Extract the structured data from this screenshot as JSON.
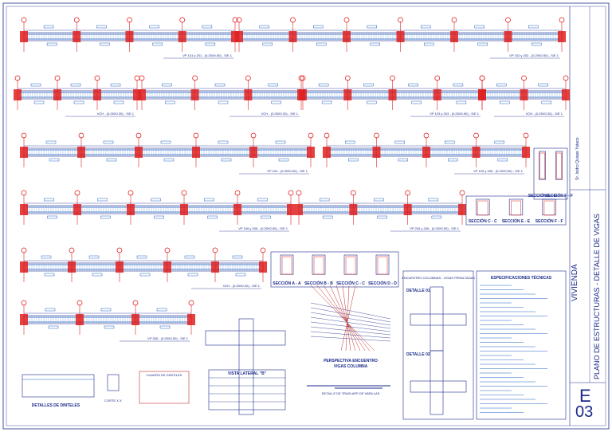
{
  "title_block": {
    "sheet_code_letter": "E",
    "sheet_code_number": "03",
    "plan_title": "PLANO DE ESTRUCTURAS - DETALLE DE VIGAS",
    "project": "VIVIENDA",
    "owner": "Sr. Isidro Quispe Yataco"
  },
  "beams": [
    {
      "id": "b1",
      "label": "VP 101 y 201 - (0.25X0.50) - S/E 1"
    },
    {
      "id": "b2",
      "label": "VP 102 y 202 - (0.25X0.50) - S/E 1"
    },
    {
      "id": "b3",
      "label": "VCH - (0.25X0.30) - S/E 1"
    },
    {
      "id": "b4",
      "label": "VCH - (0.25X0.30) - S/E 1"
    },
    {
      "id": "b5",
      "label": "VP 103 y 203 - (0.25X0.50) - S/E 1"
    },
    {
      "id": "b6",
      "label": "VCH - (0.25X0.30) - S/E 1"
    },
    {
      "id": "b7",
      "label": "VP 104 - (0.25X0.50) - S/E 1"
    },
    {
      "id": "b8",
      "label": "VP 105 y 205 - (0.25X0.50) - S/E 1"
    },
    {
      "id": "b9",
      "label": "VP 106 y 206 - (0.25X0.50) - S/E 1"
    },
    {
      "id": "b10",
      "label": "VP 204 y 206 - (0.25X0.50) - S/E 1"
    },
    {
      "id": "b11",
      "label": "VCH - (0.25X0.30) - S/E 1"
    },
    {
      "id": "b12",
      "label": "VP 305 - (0.25X0.50) - S/E 1"
    }
  ],
  "sections": {
    "group1": [
      "SECCIÓN E - E",
      "SECCIÓN F - F"
    ],
    "group2": [
      "SECCIÓN C - C",
      "SECCIÓN E - E",
      "SECCIÓN F - F"
    ],
    "group3": [
      "SECCIÓN A - A",
      "SECCIÓN B - B",
      "SECCIÓN C - C",
      "SECCIÓN D - D"
    ]
  },
  "details": {
    "encuentro_title": "ENCUENTRO COLUMNAS - VIGAS PERALTADAS",
    "detalle_01": "DETALLE 01",
    "detalle_02": "DETALLE 02",
    "perspectiva_line1": "PERSPECTIVA ENCUENTRO",
    "perspectiva_line2": "VIGAS COLUMNA",
    "traslape": "DETALLE DE TRASLAPE DE VARILLAS",
    "viga_lateral": "VISTA LATERAL \"B\"",
    "dinteles": "DETALLES DE DINTELES",
    "corte": "CORTE X-X",
    "cuadro_dinteles": "CUADRO DE DINTELES",
    "notas_title": "ESPECIFICACIONES TÉCNICAS"
  },
  "colors": {
    "line": "#1a2a8a",
    "column": "#e02020",
    "rebar": "#2060c0",
    "accent": "#c03030"
  }
}
